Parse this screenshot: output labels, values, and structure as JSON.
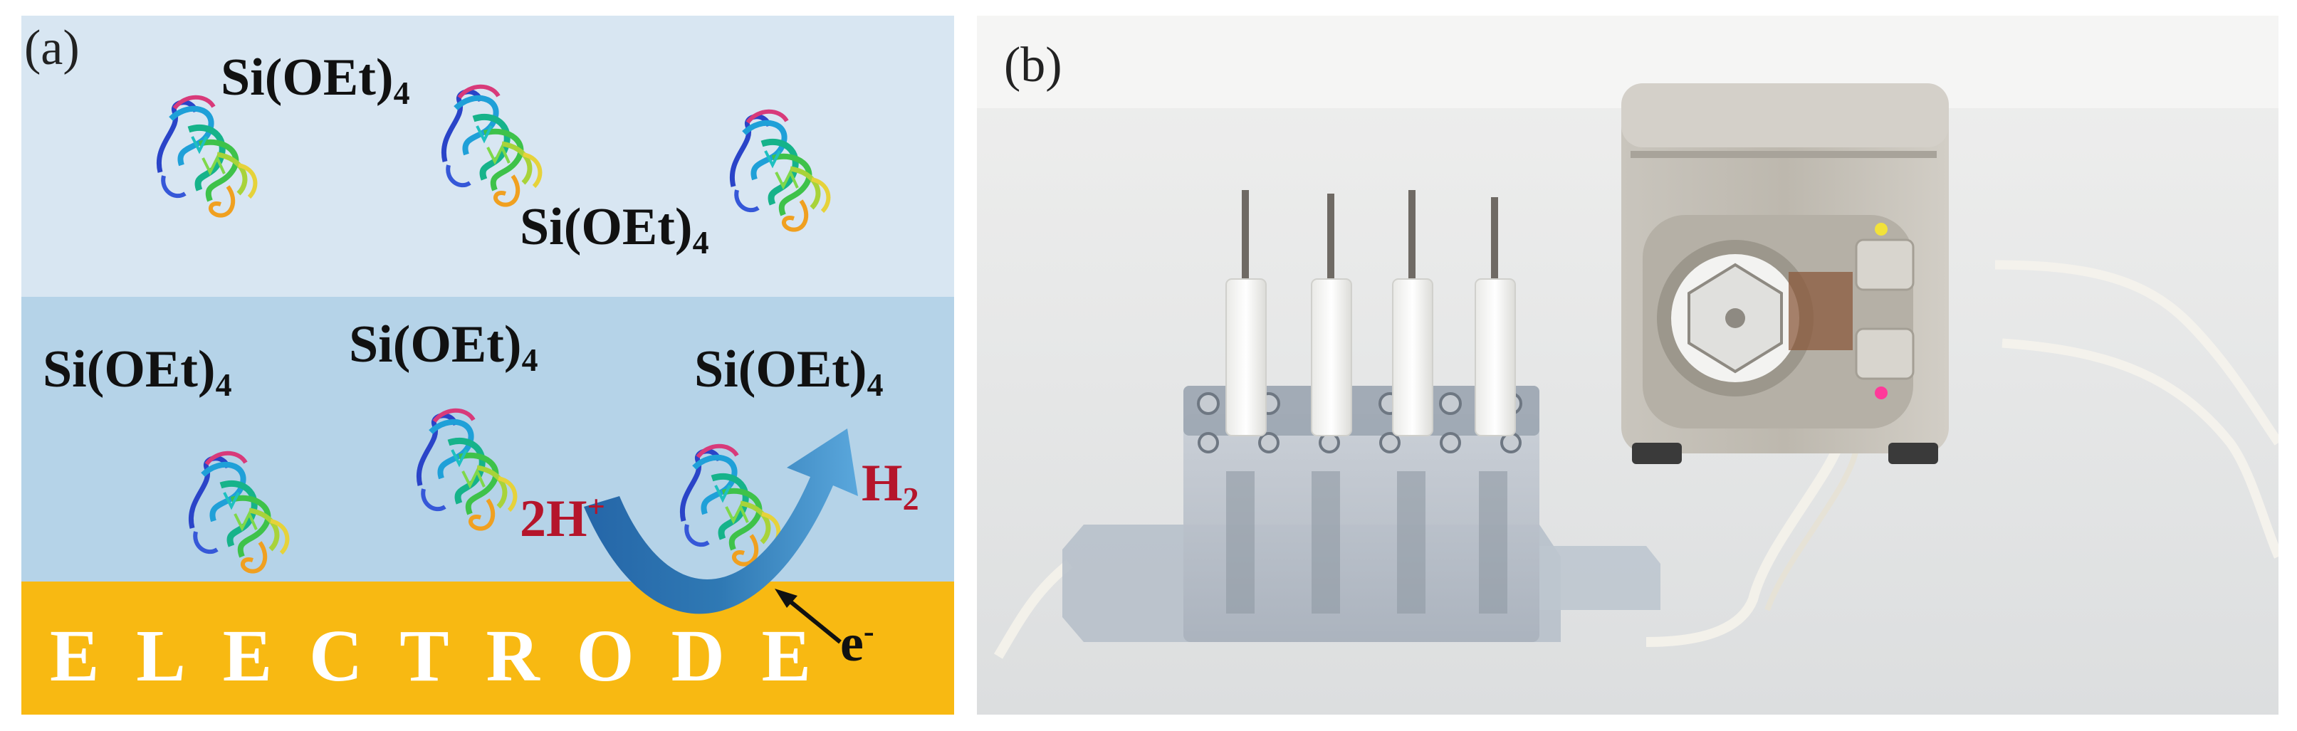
{
  "panel_a": {
    "label": "(a)",
    "formula_base": "Si(OEt)",
    "formula_sub": "4",
    "proton_base": "2H",
    "proton_sup": "+",
    "hydrogen_base": "H",
    "hydrogen_sub": "2",
    "electron_base": "e",
    "electron_sup": "-",
    "electrode": "ELECTRODE",
    "colors": {
      "top_band": "#d8e6f2",
      "middle_band": "#b5d3e8",
      "electrode": "#f8b912",
      "arrow": "#2f79b4",
      "label_red": "#b5152b"
    }
  },
  "panel_b": {
    "label": "(b)"
  }
}
